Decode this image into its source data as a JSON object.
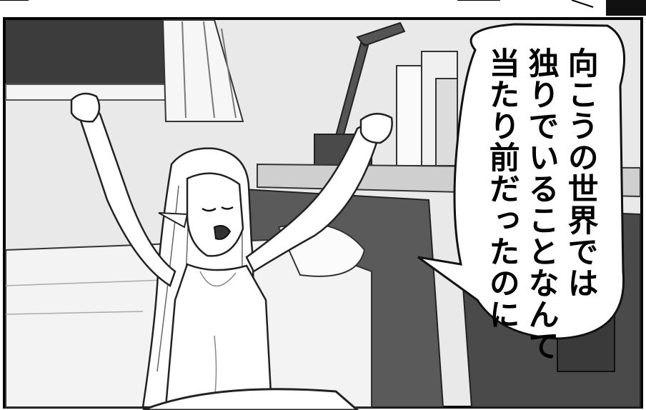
{
  "speech_bubble": {
    "lines": [
      "向こうの世界では",
      "独りでいることなんて",
      "当たり前だったのに"
    ]
  },
  "colors": {
    "ink": "#000000",
    "paper": "#ffffff",
    "screentone_dark": "#4a4a4a",
    "screentone_mid": "#9a9a9a",
    "screentone_light": "#cfcfcf"
  }
}
